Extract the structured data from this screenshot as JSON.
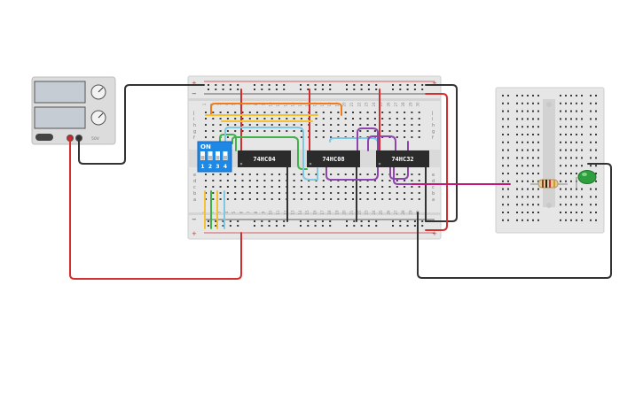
{
  "chips": [
    {
      "label": "74HC04"
    },
    {
      "label": "74HC08"
    },
    {
      "label": "74HC32"
    }
  ],
  "dip_switch": {
    "on_label": "ON",
    "numbers": [
      "1",
      "2",
      "3",
      "4"
    ]
  },
  "power_supply": {
    "port_label": "50V"
  },
  "breadboard": {
    "rail_plus": "+",
    "rail_minus": "−",
    "row_letters_top": [
      "j",
      "i",
      "h",
      "g",
      "f"
    ],
    "row_letters_bottom": [
      "e",
      "d",
      "c",
      "b",
      "a"
    ],
    "column_numbers": [
      "1",
      "2",
      "3",
      "4",
      "5",
      "6",
      "7",
      "8",
      "9",
      "10",
      "11",
      "12",
      "13",
      "14",
      "15",
      "16",
      "17",
      "18",
      "19",
      "20",
      "21",
      "22",
      "23",
      "24",
      "25",
      "26",
      "27",
      "28",
      "29",
      "30"
    ]
  },
  "colors": {
    "wire_red": "#d32f2f",
    "wire_black": "#333333",
    "wire_orange": "#f07b1a",
    "wire_yellow": "#f2c230",
    "wire_green": "#3fb34a",
    "wire_cyan": "#7ec8e3",
    "wire_purple": "#8e44ad",
    "wire_magenta": "#c2187a",
    "chip_body": "#2b2b2b",
    "dip_blue": "#1e88e5",
    "led_green": "#2e9e3e",
    "breadboard": "#e6e6e6"
  }
}
